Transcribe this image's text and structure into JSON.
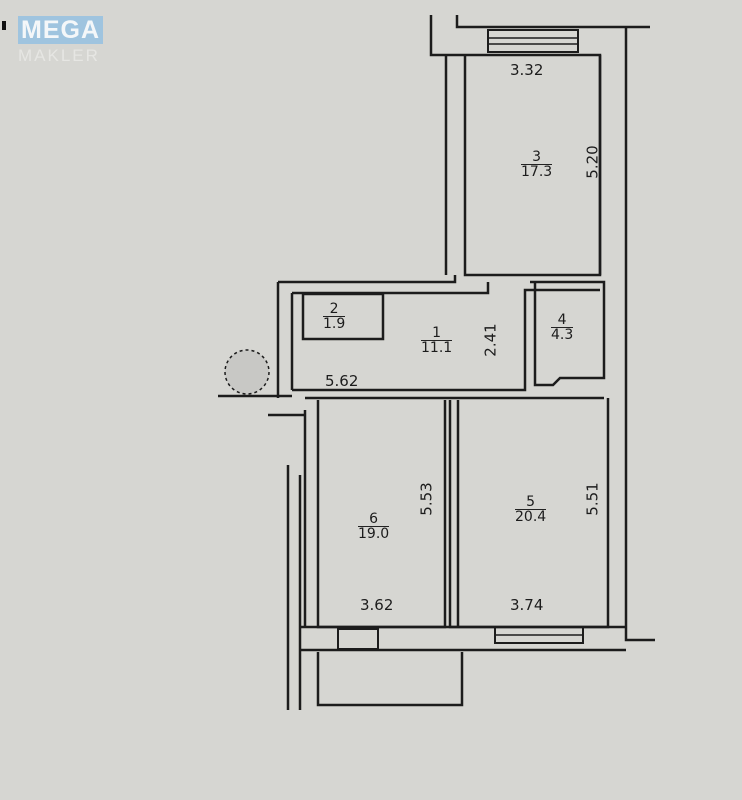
{
  "watermark": {
    "line1": "MEGA",
    "line2": "MAKLER",
    "accent": "#9fc4df"
  },
  "rooms": [
    {
      "number": "1",
      "area": "11.1"
    },
    {
      "number": "2",
      "area": "1.9"
    },
    {
      "number": "3",
      "area": "17.3"
    },
    {
      "number": "4",
      "area": "4.3"
    },
    {
      "number": "5",
      "area": "20.4"
    },
    {
      "number": "6",
      "area": "19.0"
    }
  ],
  "dimensions": {
    "room3_width": "3.32",
    "room3_length": "5.20",
    "room1_width": "5.62",
    "room1_length": "2.41",
    "room6_width": "3.62",
    "room6_length": "5.53",
    "room5_width": "3.74",
    "room5_length": "5.51"
  },
  "colors": {
    "background": "#d6d6d2",
    "wall": "#1c1c1c"
  }
}
